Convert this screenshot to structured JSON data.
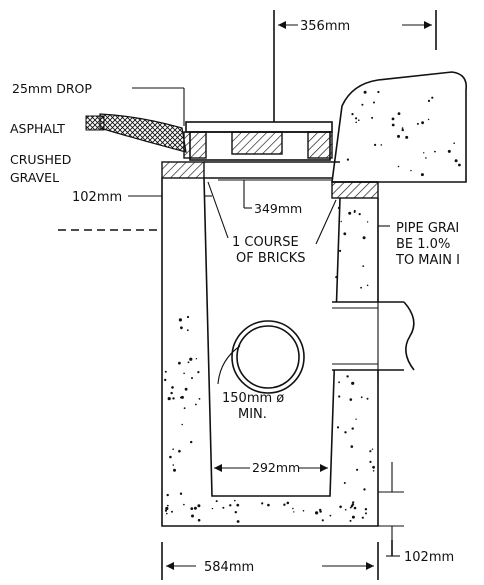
{
  "labels": {
    "top_width": "356mm",
    "drop": "25mm DROP",
    "asphalt": "ASPHALT",
    "crushed": "CRUSHED",
    "gravel": "GRAVEL",
    "left_wall": "102mm",
    "inner_top": "349mm",
    "bricks_line1": "1 COURSE",
    "bricks_line2": "OF BRICKS",
    "pipe_line1": "PIPE GRAI",
    "pipe_line2": "BE 1.0%",
    "pipe_line3": "TO MAIN I",
    "pipe_dia_line1": "150mm ø",
    "pipe_dia_line2": "MIN.",
    "inner_bottom": "292mm",
    "base_thickness": "102mm",
    "overall_width": "584mm"
  }
}
